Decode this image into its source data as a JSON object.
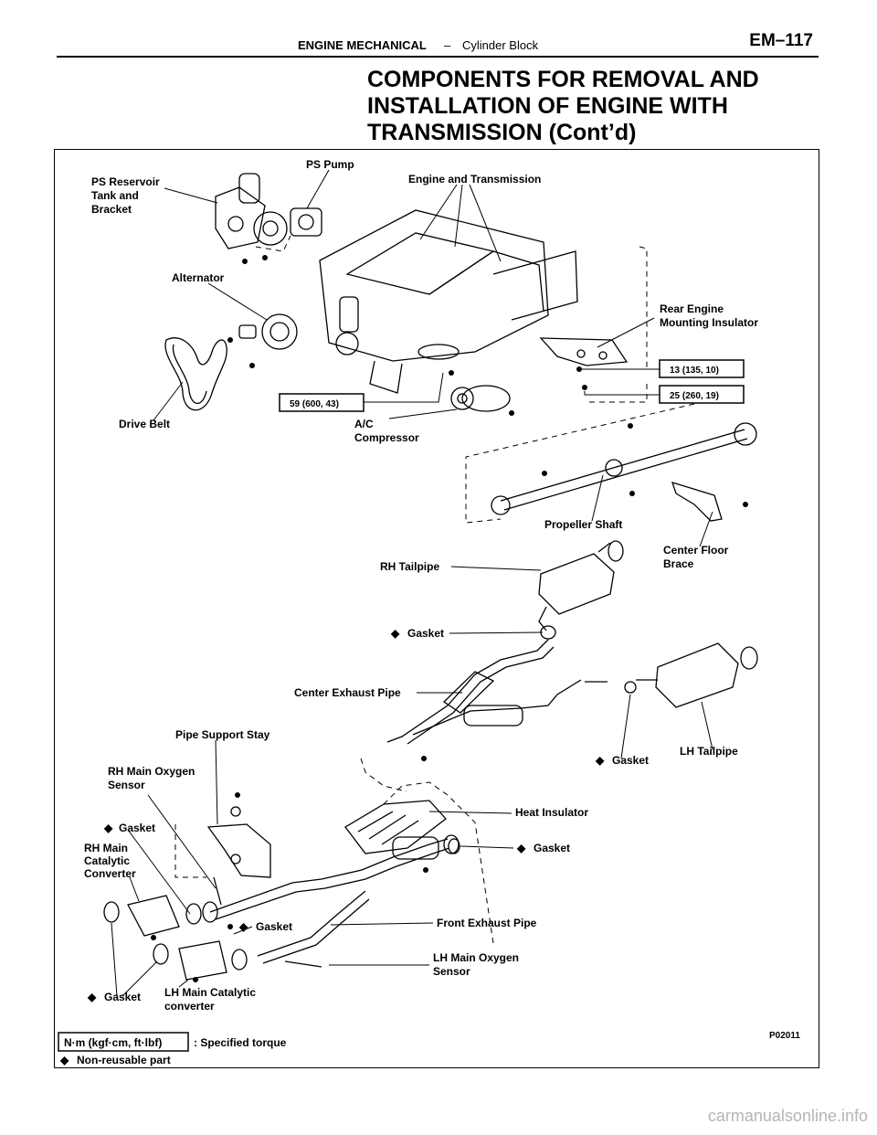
{
  "header": {
    "section": "ENGINE MECHANICAL",
    "separator": "–",
    "subsection": "Cylinder Block",
    "page": "EM–117"
  },
  "title": {
    "line1": "COMPONENTS FOR REMOVAL AND",
    "line2": "INSTALLATION OF ENGINE WITH",
    "line3": "TRANSMISSION (Cont’d)"
  },
  "figure": {
    "labels": {
      "ps_reservoir_1": "PS Reservoir",
      "ps_reservoir_2": "Tank and",
      "ps_reservoir_3": "Bracket",
      "ps_pump": "PS Pump",
      "engine_transmission": "Engine and Transmission",
      "alternator": "Alternator",
      "rear_mount_1": "Rear Engine",
      "rear_mount_2": "Mounting Insulator",
      "drive_belt": "Drive Belt",
      "ac_comp_1": "A/C",
      "ac_comp_2": "Compressor",
      "propeller_shaft": "Propeller Shaft",
      "center_brace_1": "Center Floor",
      "center_brace_2": "Brace",
      "rh_tailpipe": "RH Tailpipe",
      "gasket_1": "Gasket",
      "center_exhaust_pipe": "Center Exhaust Pipe",
      "gasket_2": "Gasket",
      "lh_tailpipe": "LH Tailpipe",
      "pipe_support_stay": "Pipe Support Stay",
      "rh_o2_1": "RH Main Oxygen",
      "rh_o2_2": "Sensor",
      "heat_insulator": "Heat Insulator",
      "gasket_3": "Gasket",
      "gasket_4": "Gasket",
      "rh_cat_1": "RH Main",
      "rh_cat_2": "Catalytic",
      "rh_cat_3": "Converter",
      "gasket_5": "Gasket",
      "front_exhaust_pipe": "Front Exhaust Pipe",
      "lh_o2_1": "LH Main Oxygen",
      "lh_o2_2": "Sensor",
      "gasket_6": "Gasket",
      "lh_cat_1": "LH Main Catalytic",
      "lh_cat_2": "converter"
    },
    "torque": {
      "t1": "13 (135, 10)",
      "t2": "25 (260, 19)",
      "t3": "59 (600, 43)"
    },
    "figure_code": "P02011",
    "legend": {
      "unit_box": "N·m (kgf·cm, ft·lbf)",
      "unit_desc": ": Specified torque",
      "nonreusable": "Non-reusable part"
    },
    "nonreusable_symbol": "◆"
  },
  "watermark": "carmanualsonline.info"
}
